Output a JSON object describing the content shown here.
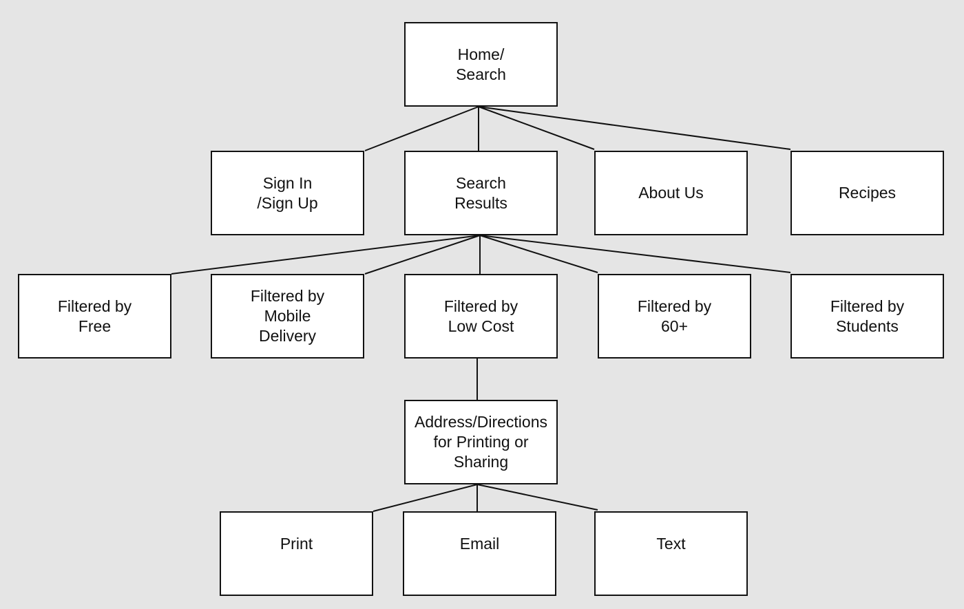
{
  "nodes": {
    "home": "Home/\nSearch",
    "sign_in": "Sign In\n/Sign Up",
    "search_results": "Search\nResults",
    "about_us": "About Us",
    "recipes": "Recipes",
    "filtered_free": "Filtered by\nFree",
    "filtered_mobile": "Filtered by\nMobile\nDelivery",
    "filtered_low_cost": "Filtered by\nLow Cost",
    "filtered_60": "Filtered by\n60+",
    "filtered_students": "Filtered by\nStudents",
    "address": "Address/Directions\nfor Printing or\nSharing",
    "print": "Print",
    "email": "Email",
    "text": "Text"
  },
  "colors": {
    "background": "#e5e5e5",
    "node_fill": "#ffffff",
    "stroke": "#111111"
  }
}
